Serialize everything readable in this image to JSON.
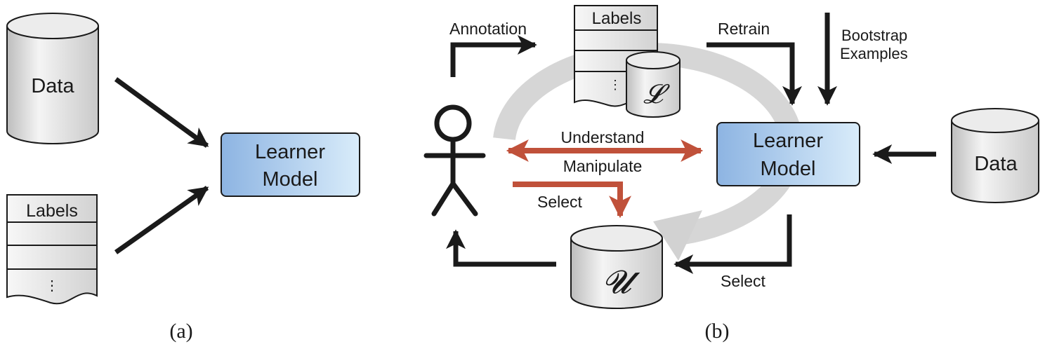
{
  "panel_a": {
    "data_db": {
      "label": "Data"
    },
    "labels_doc": {
      "title": "Labels",
      "ellipsis": "⋮"
    },
    "learner": {
      "line1": "Learner",
      "line2": "Model"
    },
    "caption": "(a)"
  },
  "panel_b": {
    "labels_doc": {
      "title": "Labels",
      "ellipsis": "⋮"
    },
    "labeled_set": {
      "symbol": "𝓛"
    },
    "unlabeled_set": {
      "symbol": "𝓤"
    },
    "learner": {
      "line1": "Learner",
      "line2": "Model"
    },
    "data_db": {
      "label": "Data"
    },
    "arrows": {
      "annotation": "Annotation",
      "retrain": "Retrain",
      "bootstrap_line1": "Bootstrap",
      "bootstrap_line2": "Examples",
      "understand": "Understand",
      "manipulate": "Manipulate",
      "select_user": "Select",
      "select_model": "Select"
    },
    "caption": "(b)"
  },
  "colors": {
    "model_fill_dark": "#8db4e2",
    "model_fill_light": "#d9ecfa",
    "db_fill": "#e6e6e6",
    "arrow_black": "#1a1a1a",
    "arrow_red": "#c0513a",
    "cycle_gray": "#d2d2d2"
  }
}
